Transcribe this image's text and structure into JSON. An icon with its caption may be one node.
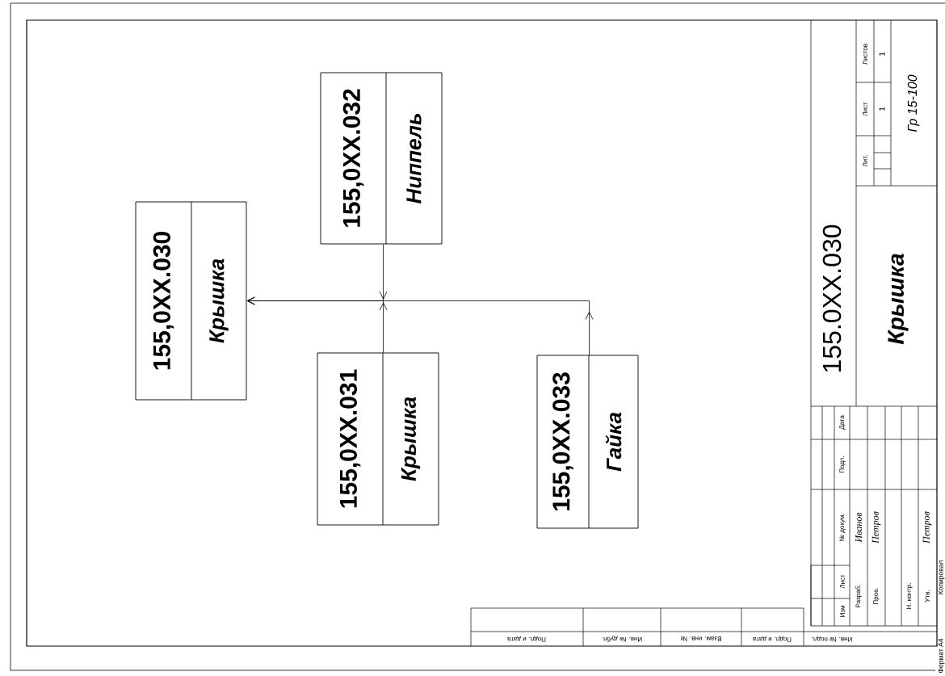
{
  "diagram": {
    "nodes": [
      {
        "text": [
          "155,0XX.030",
          "Крышка"
        ]
      },
      {
        "text": [
          "155,0XX.031",
          "Крышка"
        ]
      },
      {
        "text": [
          "155,0XX.032",
          "Ниппель"
        ]
      },
      {
        "text": [
          "155,0XX.033",
          "Гайка"
        ]
      }
    ],
    "edges": [
      {
        "from": 1,
        "to": 0,
        "arrow": "to"
      },
      {
        "from": 2,
        "to": 0,
        "arrow": "to"
      },
      {
        "from": 3,
        "to": 0,
        "arrow": "to"
      }
    ],
    "labels": [
      "Изм",
      "Лист",
      "№ докум.",
      "Подп.",
      "Дата",
      "Разраб.",
      "Иванов",
      "Пров.",
      "Петров",
      "Н. контр.",
      "Утв.",
      "Петров",
      "155.0XX.030",
      "Крышка",
      "Лит.",
      "Лист",
      "Листов",
      "1",
      "1",
      "Гр 15-100",
      "Подп. и дата",
      "Инв. № дубл.",
      "Взам. инв. №",
      "Подп. и дата",
      "Инв. № подл.",
      "Копировал",
      "Формат А4"
    ]
  }
}
